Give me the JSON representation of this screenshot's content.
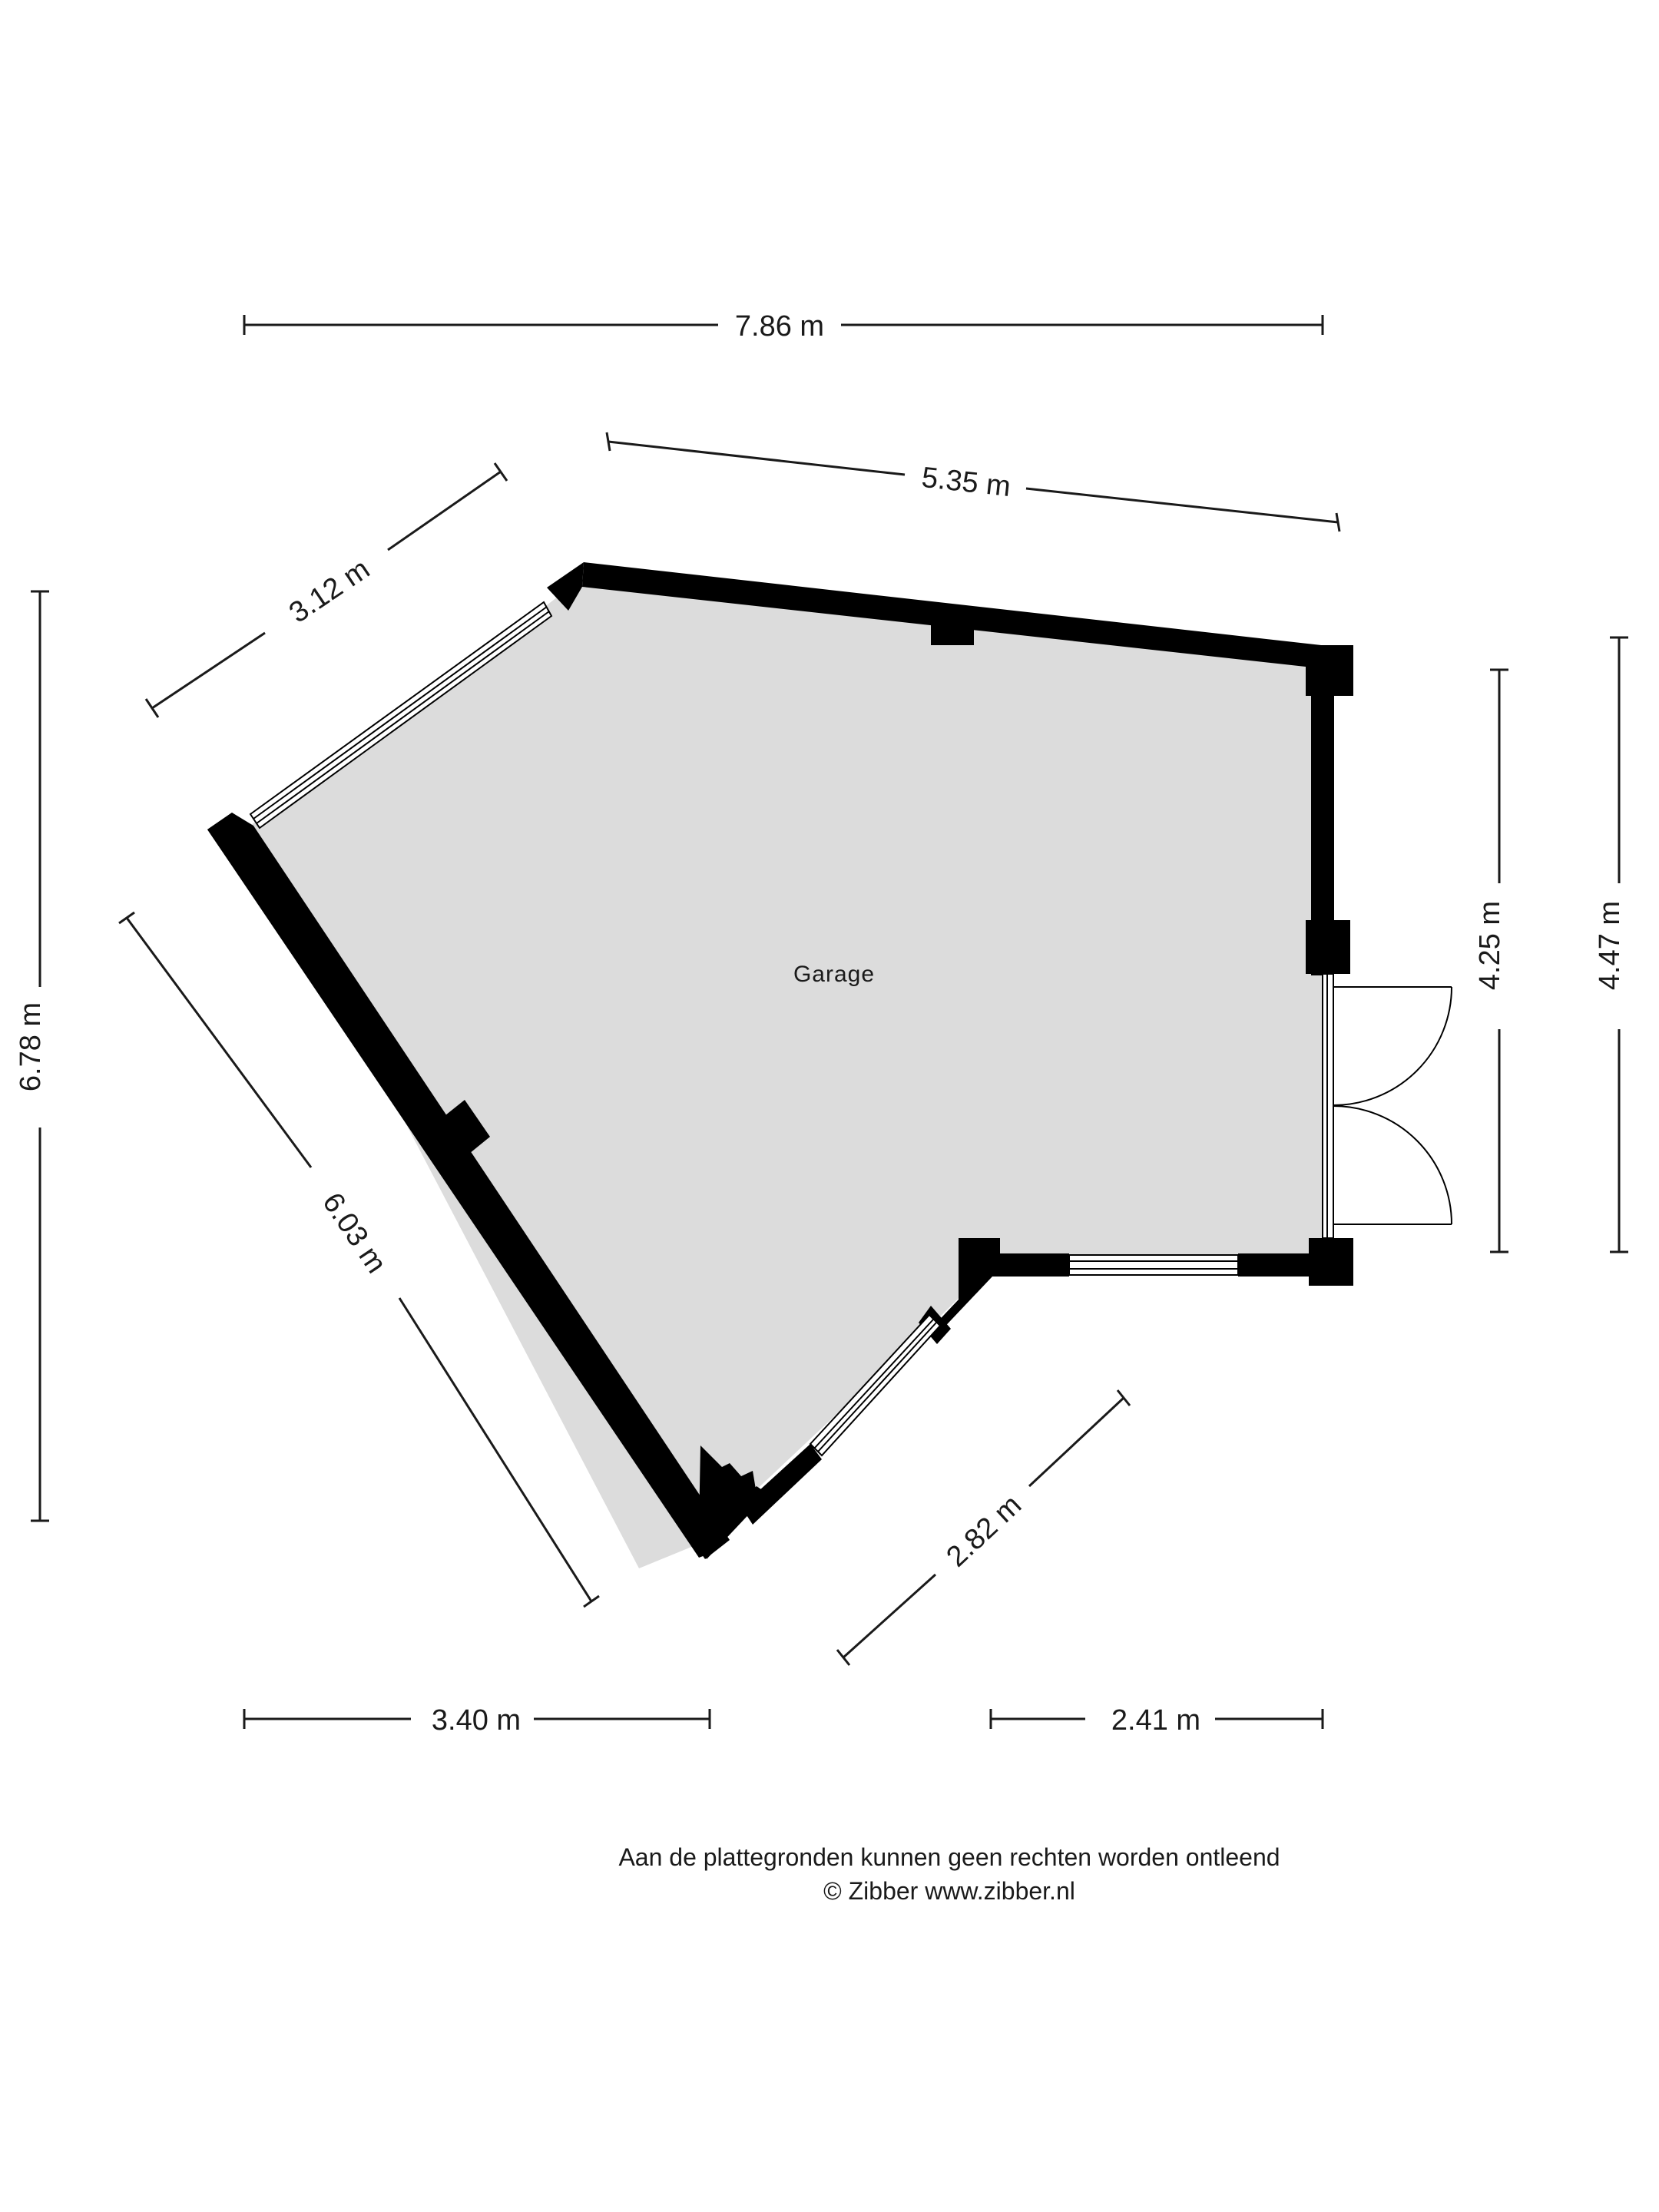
{
  "room": {
    "name": "Garage"
  },
  "dimensions": {
    "top_width": "7.86 m",
    "top_wall": "5.35 m",
    "upper_left": "3.12 m",
    "left_height": "6.78 m",
    "left_diagonal": "6.03 m",
    "right_inner": "4.25 m",
    "right_outer": "4.47 m",
    "lower_right": "2.82 m",
    "bottom_left": "3.40 m",
    "bottom_right": "2.41 m"
  },
  "footer": {
    "disclaimer": "Aan de plattegronden kunnen geen rechten worden ontleend",
    "copyright": "© Zibber www.zibber.nl"
  },
  "colors": {
    "wall": "#000000",
    "floor": "#dcdcdc",
    "line": "#1a1a1a"
  }
}
